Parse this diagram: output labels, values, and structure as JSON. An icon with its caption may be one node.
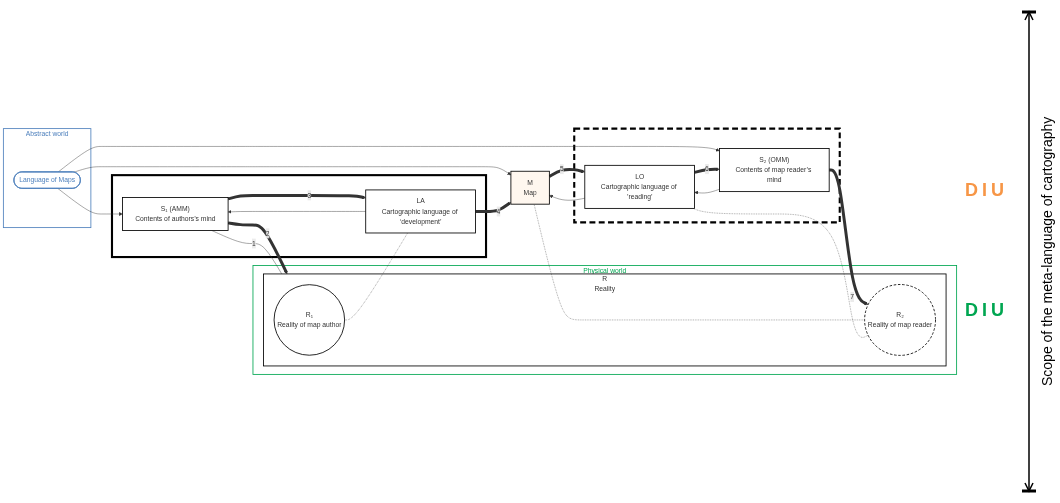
{
  "diagram": {
    "nodes": [
      {
        "text": [
          "Abstract world"
        ]
      },
      {
        "text": [
          "Language of Maps"
        ],
        "in": 0
      },
      {
        "text": [
          "Physical world"
        ]
      },
      {
        "text": [
          "R",
          "Reality"
        ],
        "in": 2
      },
      {
        "text": [
          "R₁",
          "Reality of map author"
        ],
        "in": 3
      },
      {
        "text": [
          "R₂",
          "Reality of map reader"
        ],
        "in": 3
      },
      {
        "text": [],
        "shape": "box"
      },
      {
        "text": [
          "S₁ (AMM)",
          "Contents of authors’s mind"
        ],
        "in": 6
      },
      {
        "text": [
          "LA",
          "Cartographic language of ‘development’"
        ],
        "in": 6
      },
      {
        "text": [],
        "shape": "box"
      },
      {
        "text": [
          "S₂ (OMM)",
          "Contents of map reader’s mind"
        ],
        "in": 9
      },
      {
        "text": [
          "LO",
          "Cartographic language of ’reading’"
        ],
        "in": 9
      },
      {
        "text": [
          "M",
          "Map"
        ]
      }
    ],
    "edges": [
      {
        "from": 1,
        "to": 7,
        "arrow": "to"
      },
      {
        "from": 1,
        "to": 12,
        "arrow": "to"
      },
      {
        "from": 1,
        "to": 10,
        "arrow": "to"
      },
      {
        "from": 7,
        "to": 3,
        "arrow": "to",
        "label": "2",
        "style": "thick"
      },
      {
        "from": 3,
        "to": 7,
        "arrow": "none",
        "label": "1"
      },
      {
        "from": 7,
        "to": 8,
        "arrow": "to",
        "label": "3",
        "style": "thick"
      },
      {
        "from": 8,
        "to": 7,
        "arrow": "to"
      },
      {
        "from": 8,
        "to": 12,
        "arrow": "to",
        "label": "4",
        "style": "thick"
      },
      {
        "from": 12,
        "to": 11,
        "arrow": "to",
        "label": "5",
        "style": "thick"
      },
      {
        "from": 11,
        "to": 12,
        "arrow": "to"
      },
      {
        "from": 11,
        "to": 10,
        "arrow": "to",
        "label": "6",
        "style": "thick"
      },
      {
        "from": 10,
        "to": 11,
        "arrow": "to"
      },
      {
        "from": 10,
        "to": 5,
        "arrow": "to",
        "label": "7",
        "style": "thick"
      },
      {
        "from": 4,
        "to": 8,
        "arrow": "none",
        "style": "dashed"
      },
      {
        "from": 5,
        "to": 12,
        "arrow": "none",
        "style": "dashed"
      },
      {
        "from": 5,
        "to": 11,
        "arrow": "none",
        "style": "dashed"
      }
    ],
    "labels": [
      "D",
      "I",
      "U",
      "D",
      "I",
      "U",
      "Scope of the meta-language of cartography"
    ]
  }
}
